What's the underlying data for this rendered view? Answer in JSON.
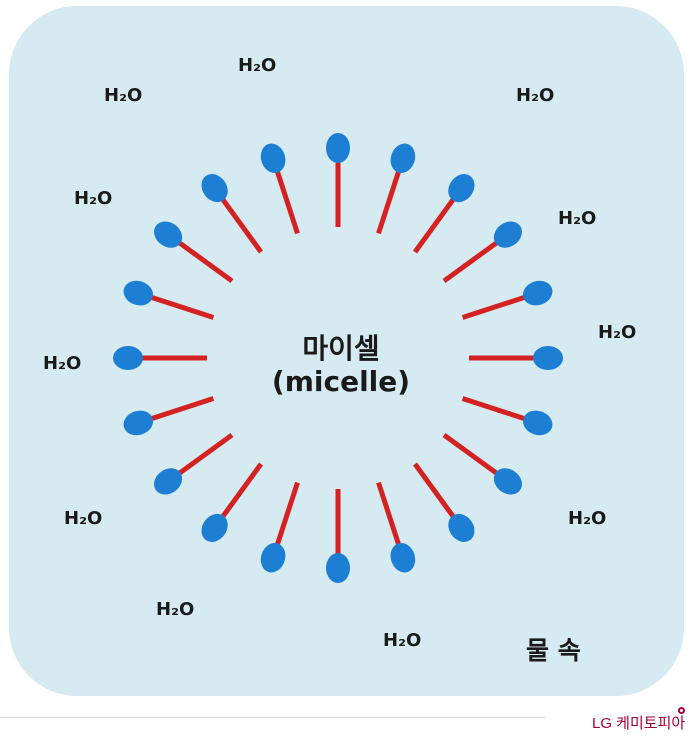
{
  "center": {
    "line1": "마이셀",
    "line2": "(micelle)"
  },
  "medium_label": "물 속",
  "water_label": "H₂O",
  "brand_label": "LG 케미토피아",
  "colors": {
    "background": "#d6eaf1",
    "head": "#1c7fd4",
    "tail": "#d42222",
    "text": "#1a1a1a",
    "brand": "#a50034"
  },
  "molecule_count": 20
}
